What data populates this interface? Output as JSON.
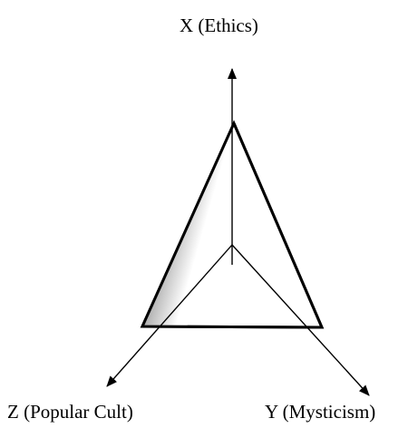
{
  "axes": {
    "x": {
      "label": "X (Ethics)"
    },
    "y": {
      "label": "Y (Mysticism)"
    },
    "z": {
      "label": "Z (Popular Cult)"
    }
  },
  "colors": {
    "line": "#000000",
    "background": "#ffffff",
    "shade_dark": "#9a9a9a",
    "shade_light": "#ffffff"
  }
}
